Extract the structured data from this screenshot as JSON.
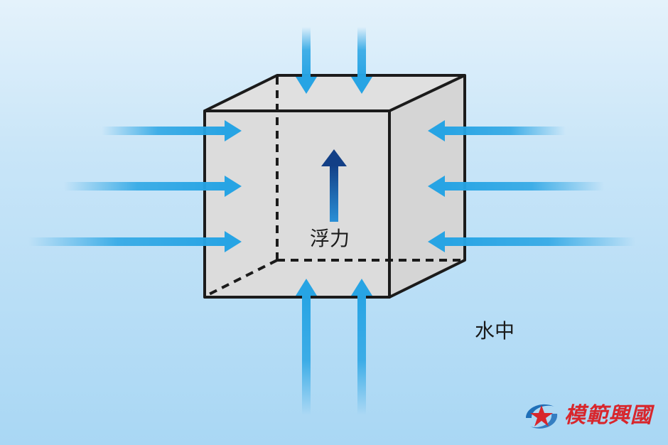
{
  "labels": {
    "buoyancy": "浮力",
    "water": "水中"
  },
  "logo": {
    "text": "模範興國",
    "icon": "star-swirl-logo-icon"
  },
  "colors": {
    "background_top": "#e4f2fb",
    "background_bottom": "#a9d7f4",
    "pressure_arrow": "#27a4e4",
    "buoyancy_arrow": "#1a5ca8",
    "cube_fill": "#dcdcdc",
    "cube_edge": "#1b1b1b",
    "logo_red": "#d8262c",
    "logo_blue": "#1f6fb8"
  }
}
